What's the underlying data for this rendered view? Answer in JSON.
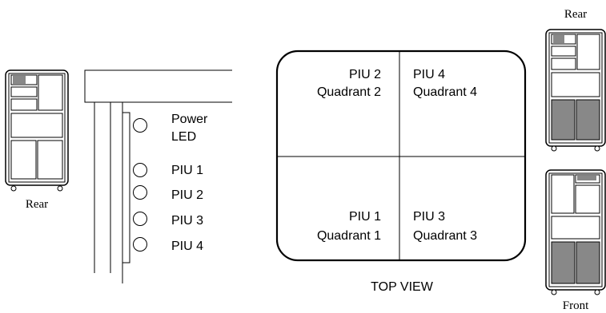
{
  "left_cabinet": {
    "caption": "Rear"
  },
  "led_panel": {
    "power_led_label": [
      "Power",
      "LED"
    ],
    "piu_labels": [
      "PIU 1",
      "PIU 2",
      "PIU 3",
      "PIU 4"
    ]
  },
  "top_view": {
    "title": "TOP VIEW",
    "quadrants": {
      "top_left": [
        "PIU 2",
        "Quadrant 2"
      ],
      "top_right": [
        "PIU 4",
        "Quadrant 4"
      ],
      "bottom_left": [
        "PIU 1",
        "Quadrant 1"
      ],
      "bottom_right": [
        "PIU 3",
        "Quadrant 3"
      ]
    }
  },
  "right_cabinets": {
    "rear_caption": "Rear",
    "front_caption": "Front"
  }
}
